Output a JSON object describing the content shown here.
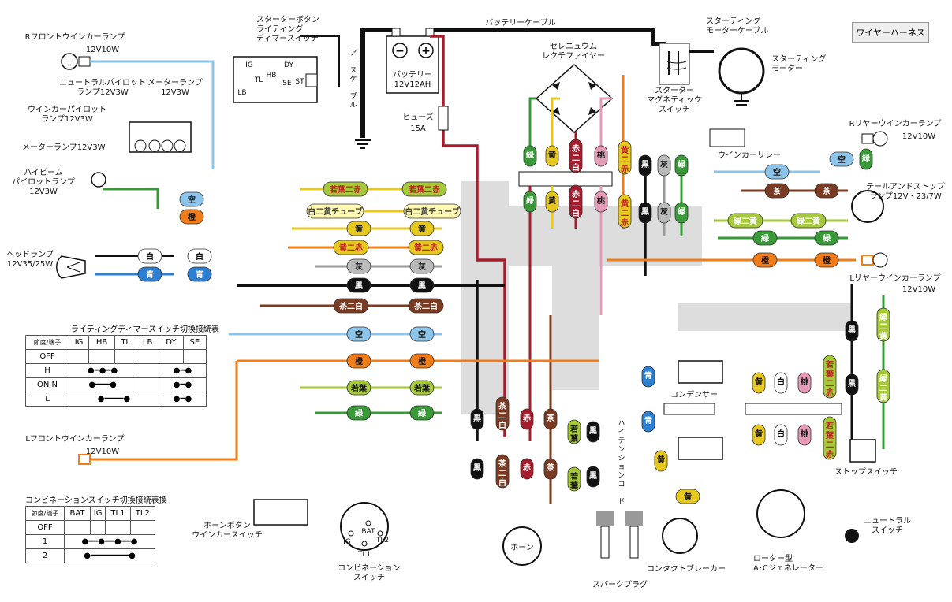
{
  "harness_label": "ワイヤーハーネス",
  "titles": {
    "battery_cable": "バッテリーケーブル",
    "earth_cable": "アースケーブル",
    "battery": "バッテリー",
    "battery_spec": "12V12AH",
    "fuse": "ヒューズ",
    "fuse_spec": "15A",
    "rectifier": "セレニュウム\nレクチファイヤー",
    "starter_cable": "スターティング\nモーターケーブル",
    "starter_motor": "スターティング\nモーター",
    "starter_switch": "スターター\nマグネティック\nスイッチ",
    "winker_relay": "ウインカーリレー",
    "r_front_winker": "Rフロントウインカーランプ",
    "r_front_winker_spec": "12V10W",
    "l_front_winker": "Lフロントウインカーランプ",
    "l_front_winker_spec": "12V10W",
    "neutral_pilot": "ニュートラルパイロット\nランプ12V3W",
    "meter_lamp_top": "メーターランプ\n12V3W",
    "winker_pilot": "ウインカーパイロット\nランプ12V3W",
    "meter_lamp_left": "メーターランプ12V3W",
    "highbeam_pilot": "ハイビーム\nパイロットランプ\n12V3W",
    "headlamp": "ヘッドランプ\n12V35/25W",
    "starter_button": "スターターボタン\nライティング\nディマースイッチ",
    "r_rear_winker": "Rリヤーウインカーランプ",
    "r_rear_winker_spec": "12V10W",
    "tail_stop": "テールアンドストップ\nランプ12V・23/7W",
    "l_rear_winker": "Lリヤーウインカーランプ",
    "l_rear_winker_spec": "12V10W",
    "stop_switch": "ストップスイッチ",
    "neutral_switch": "ニュートラル\nスイッチ",
    "rotor_generator": "ローター型\nA･Cジェネレーター",
    "contact_breaker": "コンタクトブレーカー",
    "spark_plug": "スパークプラグ",
    "high_tension": "ハイテンションコード",
    "condenser": "コンデンサー",
    "horn": "ホーン",
    "combination_switch": "コンビネーション\nスイッチ",
    "horn_button": "ホーンボタン\nウインカースイッチ"
  },
  "connector_labels": {
    "wakaba_niaka": "若葉二赤",
    "shiro_ni_ki_tube": "白二黄チューブ",
    "ki": "黄",
    "ki_ni_aka": "黄二赤",
    "hai": "灰",
    "kuro": "黒",
    "cha_ni_shiro": "茶二白",
    "sora": "空",
    "dai": "橙",
    "wakaba": "若葉",
    "midori": "緑",
    "shiro": "白",
    "ao": "青",
    "cha": "茶",
    "midori_ni_ki": "緑二黄",
    "aka_ni_shiro": "赤二白",
    "momo": "桃",
    "aka": "赤"
  },
  "dimmer_table": {
    "title": "ライティングディマースイッチ切換接続表",
    "corner_top": "端子",
    "corner_bottom": "節度",
    "columns": [
      "IG",
      "HB",
      "TL",
      "LB",
      "DY",
      "SE"
    ],
    "rows": [
      "OFF",
      "H",
      "N",
      "L"
    ],
    "on_label": "ON"
  },
  "combo_table": {
    "title": "コンビネーションスイッチ切換接続表換",
    "corner_top": "端子",
    "corner_bottom": "節度",
    "columns": [
      "BAT",
      "IG",
      "TL1",
      "TL2"
    ],
    "rows": [
      "OFF",
      "1",
      "2"
    ]
  },
  "terminals": {
    "ig": "IG",
    "hb": "HB",
    "tl": "TL",
    "lb": "LB",
    "dy": "DY",
    "se": "SE",
    "st": "ST",
    "bat": "BAT",
    "tl1": "TL1",
    "tl2": "TL2"
  },
  "colors": {
    "green": "#3a9a3a",
    "yellow": "#e6c81e",
    "red": "#a51d2d",
    "pink": "#e59ab8",
    "black": "#111111",
    "gray": "#999999",
    "skyblue": "#8cc4ea",
    "blue": "#2c7fd1",
    "orange": "#f07d1a",
    "brown": "#7a3b22",
    "lime": "#a6c93a",
    "white": "#ffffff"
  }
}
